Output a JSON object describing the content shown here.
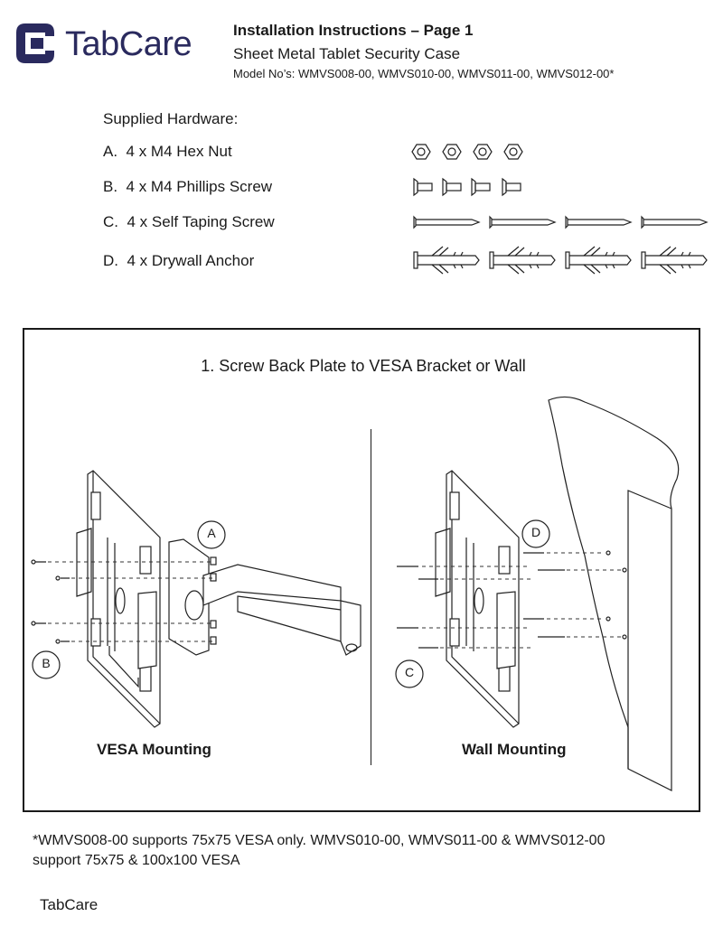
{
  "header": {
    "brand": "TabCare",
    "title": "Installation Instructions – Page 1",
    "subtitle": "Sheet Metal Tablet Security Case",
    "models": "Model No’s: WMVS008-00, WMVS010-00, WMVS011-00, WMVS012-00*"
  },
  "hardware": {
    "heading": "Supplied Hardware:",
    "items": [
      {
        "letter": "A.",
        "text": "4 x M4 Hex Nut",
        "icon": "hex-nut-icon"
      },
      {
        "letter": "B.",
        "text": "4 x M4 Phillips Screw",
        "icon": "phillips-screw-icon"
      },
      {
        "letter": "C.",
        "text": "4 x Self Taping Screw",
        "icon": "self-tapping-screw-icon"
      },
      {
        "letter": "D.",
        "text": "4 x Drywall Anchor",
        "icon": "drywall-anchor-icon"
      }
    ]
  },
  "step": {
    "title": "1. Screw Back Plate to VESA Bracket or Wall",
    "left_label": "VESA Mounting",
    "right_label": "Wall Mounting",
    "callouts": {
      "a": "A",
      "b": "B",
      "c": "C",
      "d": "D"
    }
  },
  "footnote": {
    "line1": "*WMVS008-00 supports 75x75 VESA only. WMVS010-00, WMVS011-00 & WMVS012-00",
    "line2": "support 75x75 & 100x100 VESA"
  },
  "footer": {
    "brand": "TabCare"
  }
}
